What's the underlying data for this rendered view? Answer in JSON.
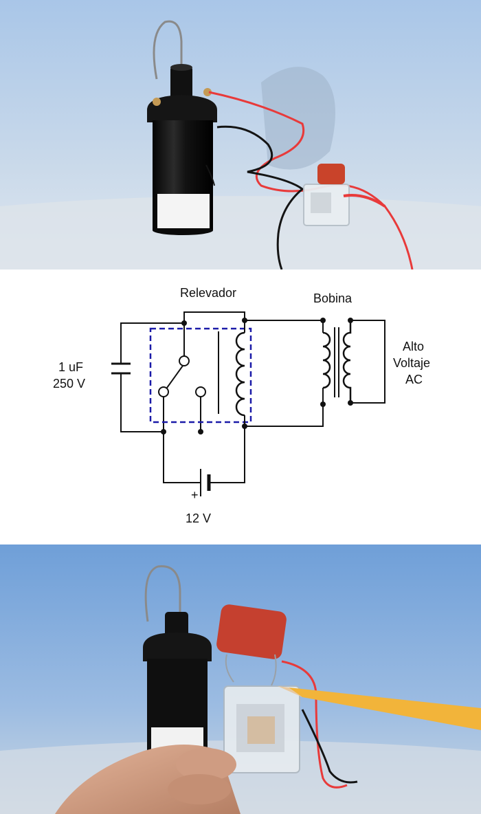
{
  "diagram": {
    "relay_label": "Relevador",
    "coil_label": "Bobina",
    "capacitor_label_line1": "1 uF",
    "capacitor_label_line2": "250 V",
    "output_label_line1": "Alto",
    "output_label_line2": "Voltaje",
    "output_label_line3": "AC",
    "battery_plus": "+",
    "battery_label": "12 V",
    "relay_box_color": "#1a1aa8",
    "wire_color": "#111111"
  },
  "photos": {
    "top": {
      "background_color": "#b9cfe6",
      "coil_color": "#121212",
      "wire_colors": [
        "#e83a3a",
        "#141414"
      ],
      "capacitor_color": "#c9432a"
    },
    "bottom": {
      "background_color": "#7ea9dc",
      "capacitor_color": "#c5402f",
      "pencil_color": "#f2b43a"
    }
  }
}
